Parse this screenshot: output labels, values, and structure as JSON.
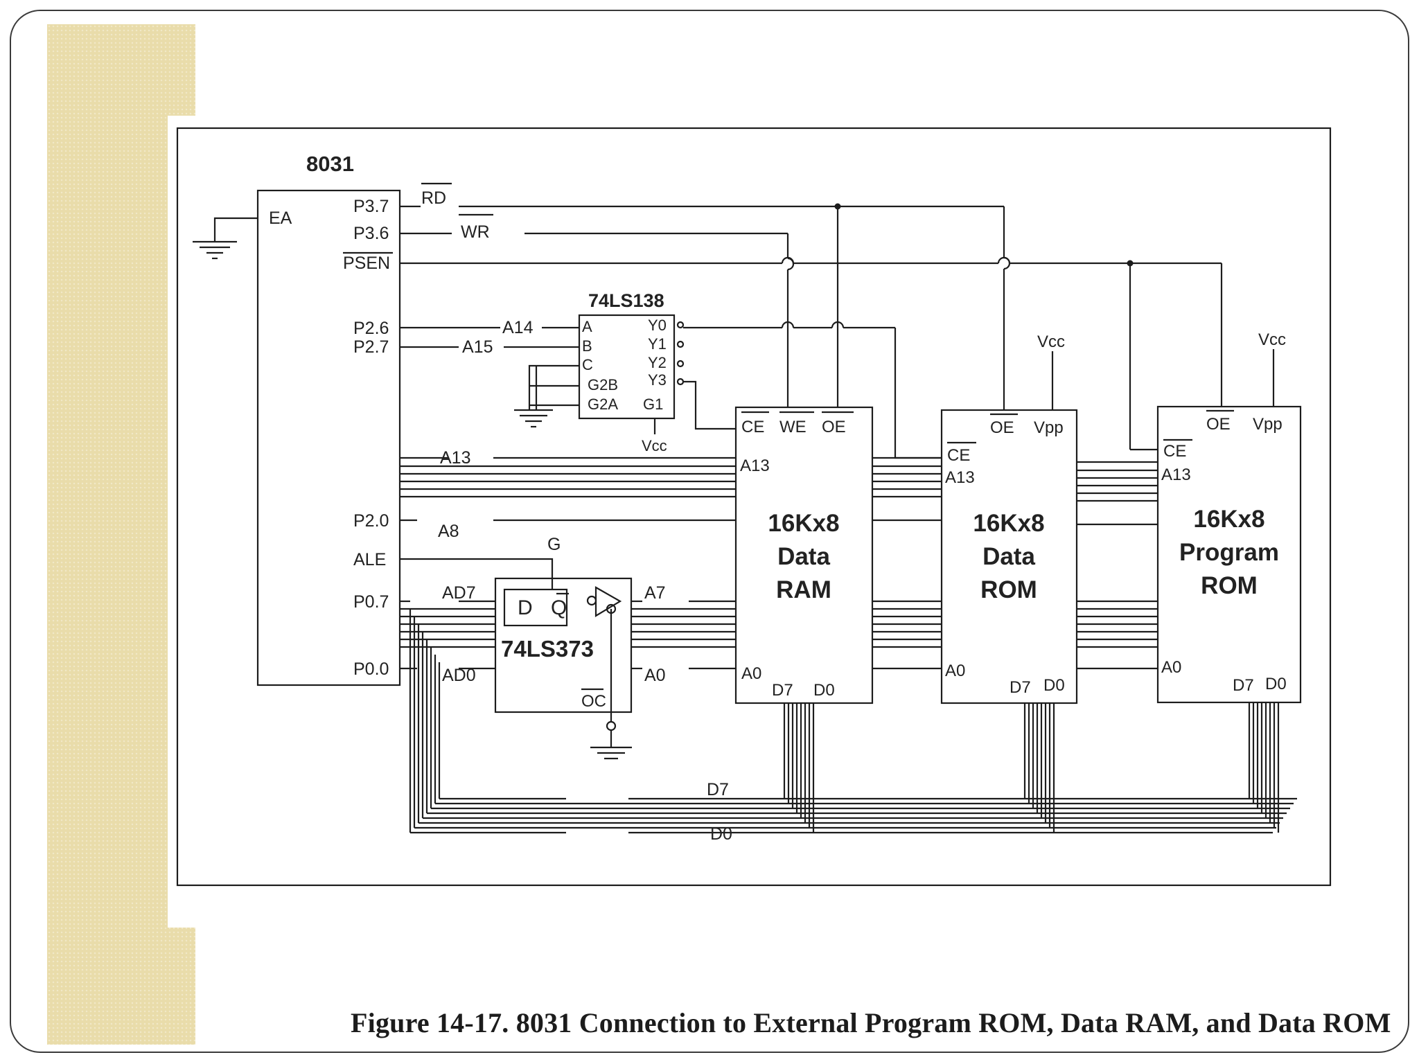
{
  "figure": {
    "caption": "Figure 14-17. 8031 Connection to External Program ROM, Data RAM, and Data ROM"
  },
  "mcu": {
    "title": "8031",
    "pins": {
      "ea": "EA",
      "p37": "P3.7",
      "p36": "P3.6",
      "psen": "PSEN",
      "p26": "P2.6",
      "p27": "P2.7",
      "p20": "P2.0",
      "ale": "ALE",
      "p07": "P0.7",
      "p00": "P0.0"
    }
  },
  "signals": {
    "rd": "RD",
    "wr": "WR",
    "a14": "A14",
    "a15": "A15",
    "a13": "A13",
    "a8": "A8",
    "ad7": "AD7",
    "ad0": "AD0",
    "a7": "A7",
    "a0": "A0",
    "d7": "D7",
    "d0": "D0",
    "g": "G"
  },
  "decoder": {
    "title": "74LS138",
    "inputs": [
      "A",
      "B",
      "C",
      "G2B",
      "G2A"
    ],
    "outputs": [
      "Y0",
      "Y1",
      "Y2",
      "Y3"
    ],
    "g1": "G1",
    "vcc": "Vcc"
  },
  "latch": {
    "name": "74LS373",
    "d": "D",
    "q": "Q",
    "oc": "OC"
  },
  "ram": {
    "line1": "16Kx8",
    "line2": "Data",
    "line3": "RAM",
    "pins": {
      "ce": "CE",
      "we": "WE",
      "oe": "OE",
      "a13": "A13",
      "a0": "A0",
      "d7": "D7",
      "d0": "D0"
    }
  },
  "data_rom": {
    "line1": "16Kx8",
    "line2": "Data",
    "line3": "ROM",
    "vcc": "Vcc",
    "pins": {
      "ce": "CE",
      "oe": "OE",
      "vpp": "Vpp",
      "a13": "A13",
      "a0": "A0",
      "d7": "D7",
      "d0": "D0"
    }
  },
  "program_rom": {
    "line1": "16Kx8",
    "line2": "Program",
    "line3": "ROM",
    "vcc": "Vcc",
    "pins": {
      "ce": "CE",
      "oe": "OE",
      "vpp": "Vpp",
      "a13": "A13",
      "a0": "A0",
      "d7": "D7",
      "d0": "D0"
    }
  }
}
